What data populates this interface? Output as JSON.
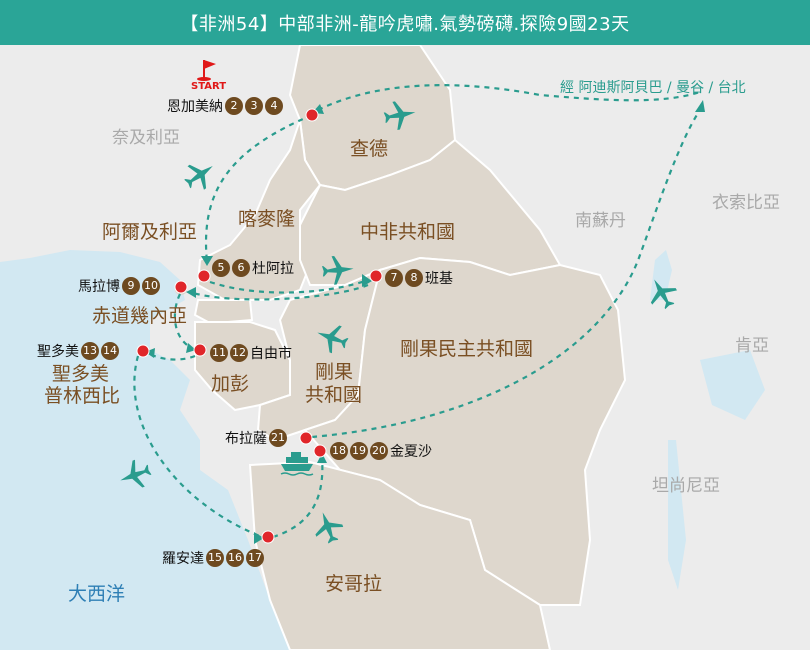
{
  "title": "【非洲54】中部非洲-龍吟虎嘯.氣勢磅礴.探險9國23天",
  "start_label": "START",
  "route_note": "經 阿迪斯阿貝巴 / 曼谷 / 台北",
  "sea": "大西洋",
  "countries": {
    "chad": "查德",
    "cameroon": "喀麥隆",
    "algeria_label": "阿爾及利亞",
    "car": "中非共和國",
    "eq_guinea": "赤道幾內亞",
    "gabon": "加彭",
    "congo_line1": "剛果",
    "congo_line2": "共和國",
    "drc": "剛果民主共和國",
    "stp_line1": "聖多美",
    "stp_line2": "普林西比",
    "angola": "安哥拉",
    "niger": "奈及利亞",
    "sudan": "南蘇丹",
    "ethiopia": "衣索比亞",
    "kenya": "肯亞",
    "tanzania": "坦尚尼亞"
  },
  "cities": [
    {
      "name": "恩加美納",
      "days": [
        "2",
        "3",
        "4"
      ]
    },
    {
      "name": "杜阿拉",
      "days": [
        "5",
        "6"
      ]
    },
    {
      "name": "班基",
      "days": [
        "7",
        "8"
      ]
    },
    {
      "name": "馬拉博",
      "days": [
        "9",
        "10"
      ]
    },
    {
      "name": "自由市",
      "days": [
        "11",
        "12"
      ]
    },
    {
      "name": "聖多美",
      "days": [
        "13",
        "14"
      ]
    },
    {
      "name": "羅安達",
      "days": [
        "15",
        "16",
        "17"
      ]
    },
    {
      "name": "金夏沙",
      "days": [
        "18",
        "19",
        "20"
      ]
    },
    {
      "name": "布拉薩",
      "days": [
        "21"
      ]
    }
  ],
  "colors": {
    "header": "#2aa597",
    "route": "#2a9c8e",
    "plane": "#2a9c8e",
    "pin": "#e0262a",
    "badge": "#6e4a20",
    "country_fill": "#ded7cd",
    "land_bg": "#ececec",
    "sea": "#d2e8f2"
  },
  "icons": [
    "start-flag-icon",
    "airplane-icon",
    "ship-icon",
    "map-pin-icon"
  ]
}
